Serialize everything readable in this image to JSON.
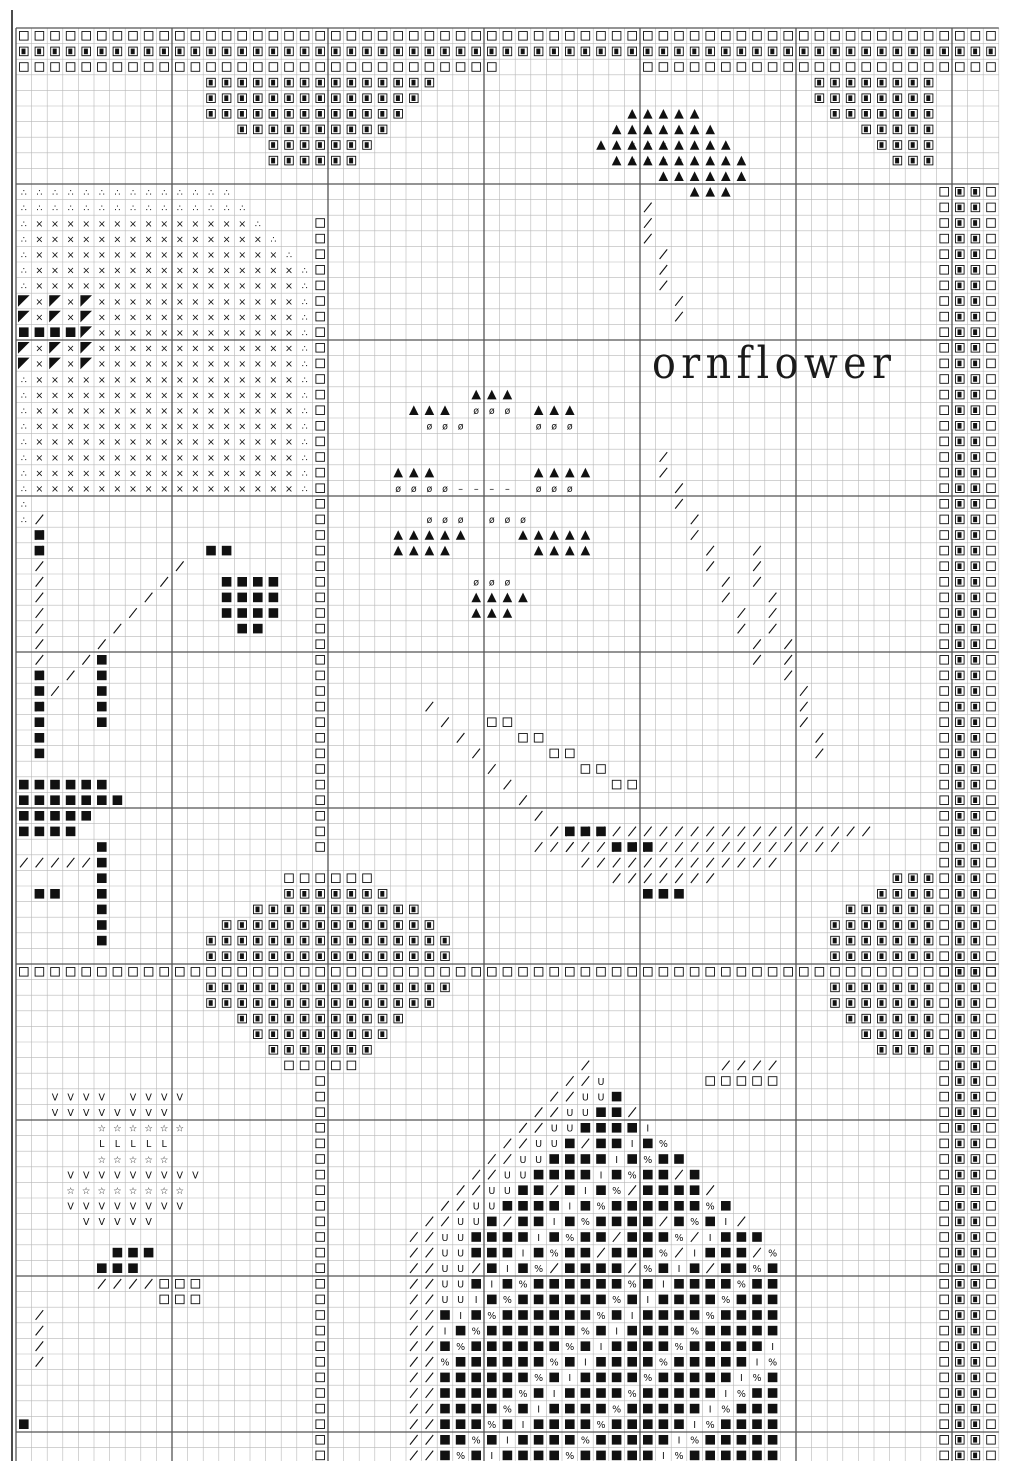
{
  "pattern": {
    "title": "ornflower",
    "symbols": {
      "full": "■",
      "half": "■",
      "open": "□",
      "diag": "/",
      "tri": "▲",
      "slash0": "ø",
      "cross": "×",
      "dots": "∴",
      "check": "V",
      "star": "☆",
      "u": "U",
      "pct": "%",
      "bar": "I",
      "ell": "L",
      "dash": "–",
      "wedge": "◤"
    },
    "colors": {
      "grid": "#b8b8b8",
      "major": "#555555",
      "ink": "#111111",
      "bg": "#ffffff"
    }
  }
}
